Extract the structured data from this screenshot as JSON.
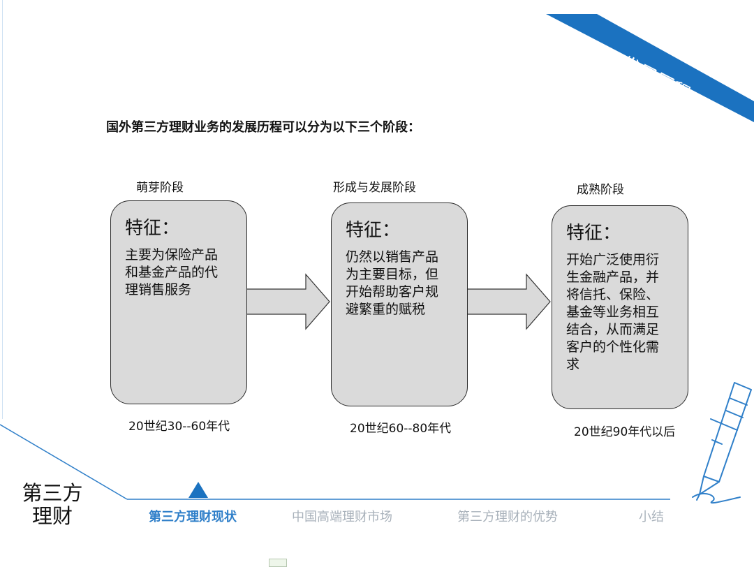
{
  "ribbon": {
    "label": "发展历程"
  },
  "intro": "国外第三方理财业务的发展历程可以分为以下三个阶段：",
  "stages": [
    {
      "name": "萌芽阶段",
      "title": "特征：",
      "lines": [
        "主要为保险产品",
        "和基金产品的代",
        "理销售服务"
      ],
      "period": "20世纪30--60年代"
    },
    {
      "name": "形成与发展阶段",
      "title": "特征：",
      "lines": [
        "仍然以销售产品",
        "为主要目标，但",
        "开始帮助客户规",
        "避繁重的赋税"
      ],
      "period": "20世纪60--80年代"
    },
    {
      "name": "成熟阶段",
      "title": "特征：",
      "lines": [
        "开始广泛使用衍",
        "生金融产品，并",
        "将信托、保险、",
        "基金等业务相互",
        "结合，从而满足",
        "客户的个性化需",
        "求"
      ],
      "period": "20世纪90年代以后"
    }
  ],
  "brand": {
    "line1": "第三方",
    "line2": "理财"
  },
  "nav": {
    "tabs": [
      {
        "label": "第三方理财现状",
        "active": true
      },
      {
        "label": "中国高端理财市场",
        "active": false
      },
      {
        "label": "第三方理财的优势",
        "active": false
      },
      {
        "label": "小结",
        "active": false
      }
    ]
  },
  "colors": {
    "accent": "#1b72c0",
    "box_fill": "#dadada",
    "inactive_tab": "#a9b2bb"
  }
}
